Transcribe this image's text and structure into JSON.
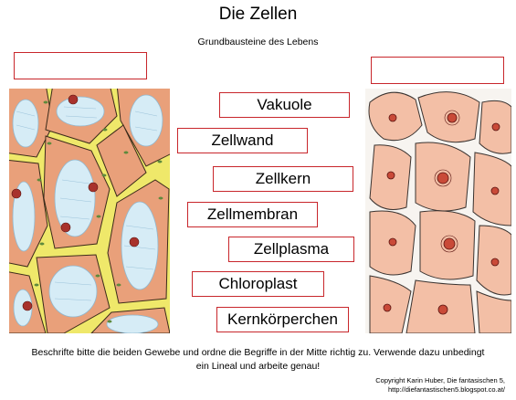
{
  "page": {
    "title": "Die Zellen",
    "subtitle": "Grundbausteine des Lebens"
  },
  "terms": [
    "Vakuole",
    "Zellwand",
    "Zellkern",
    "Zellmembran",
    "Zellplasma",
    "Chloroplast",
    "Kernkörperchen"
  ],
  "instructions": {
    "line1": "Beschrifte bitte die beiden Gewebe und ordne die Begriffe in der Mitte richtig zu. Verwende dazu unbedingt",
    "line2": "ein Lineal und arbeite genau!"
  },
  "copyright": {
    "line1": "Copyright Karin Huber, Die fantasischen 5,",
    "line2": "http://diefantastischen5.blogspot.co.at/"
  },
  "colors": {
    "box_border": "#c8262b",
    "cell_wall": "#f2ec3a",
    "cytoplasm": "#e9a07a",
    "vacuole": "#d6ecf6",
    "chloroplast": "#5f8a3c",
    "nucleus": "#a8322c",
    "animal_cell": "#f3bfa6"
  }
}
